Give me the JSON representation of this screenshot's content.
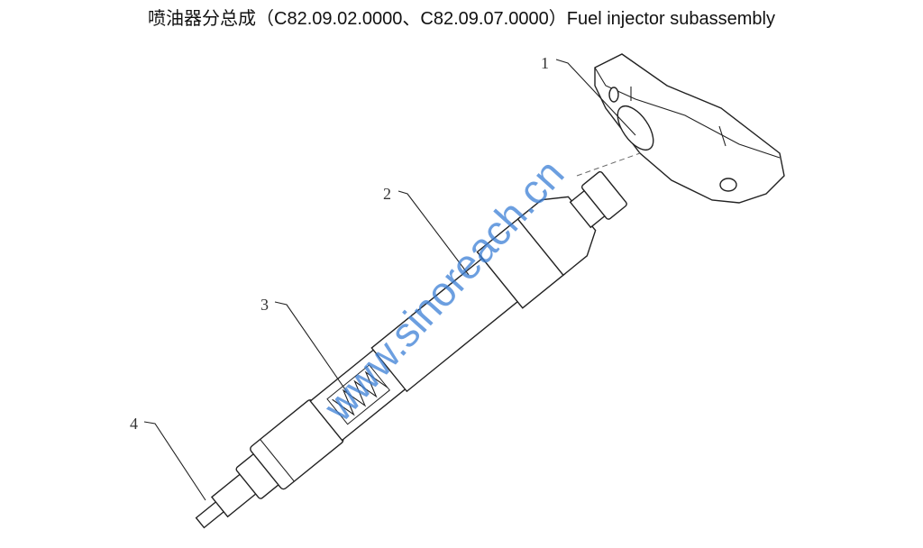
{
  "title": "喷油器分总成（C82.09.02.0000、C82.09.07.0000）Fuel injector subassembly",
  "callouts": [
    "1",
    "2",
    "3",
    "4"
  ],
  "watermark": "www.sinoreach.cn"
}
